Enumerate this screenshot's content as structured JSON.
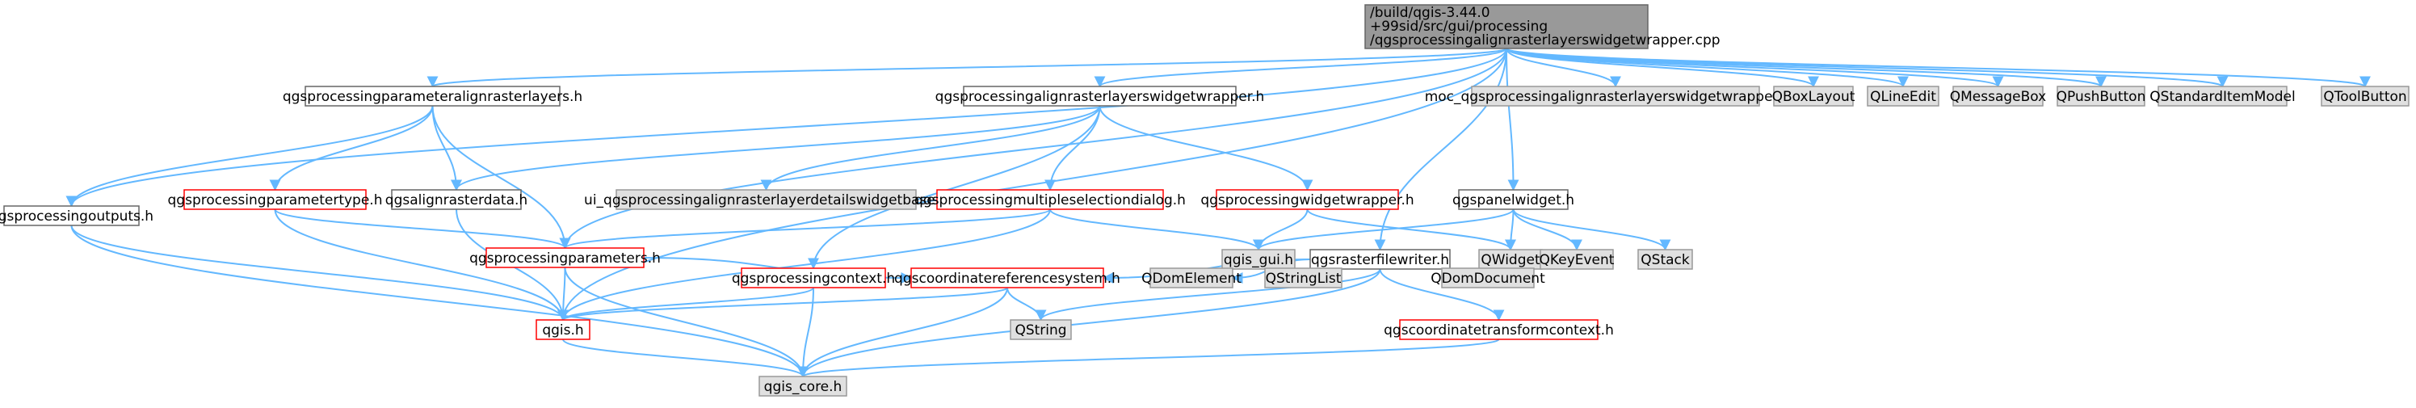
{
  "colors": {
    "edge": "#63b8ff",
    "root_fill": "#999999",
    "gray_fill": "#e0e0e0",
    "gray_border": "#999999",
    "white_fill": "#ffffff",
    "black_border": "#666666",
    "red_border": "#ff0000",
    "text": "#000000"
  },
  "nodes": [
    {
      "id": "root",
      "lines": [
        "/build/qgis-3.44.0",
        "+99sid/src/gui/processing",
        "/qgsprocessingalignrasterlayerswidgetwrapper.cpp"
      ],
      "style": "root"
    },
    {
      "id": "align_layers",
      "lines": [
        "qgsprocessingparameteralignrasterlayers.h"
      ],
      "style": "black"
    },
    {
      "id": "widget_wrapper_h",
      "lines": [
        "qgsprocessingalignrasterlayerswidgetwrapper.h"
      ],
      "style": "black"
    },
    {
      "id": "moc",
      "lines": [
        "moc_qgsprocessingalignrasterlayerswidgetwrapper.cpp"
      ],
      "style": "gray"
    },
    {
      "id": "qboxlayout",
      "lines": [
        "QBoxLayout"
      ],
      "style": "gray"
    },
    {
      "id": "qlineedit",
      "lines": [
        "QLineEdit"
      ],
      "style": "gray"
    },
    {
      "id": "qmessagebox",
      "lines": [
        "QMessageBox"
      ],
      "style": "gray"
    },
    {
      "id": "qpushbutton",
      "lines": [
        "QPushButton"
      ],
      "style": "gray"
    },
    {
      "id": "qstandarditemmodel",
      "lines": [
        "QStandardItemModel"
      ],
      "style": "gray"
    },
    {
      "id": "qtoolbutton",
      "lines": [
        "QToolButton"
      ],
      "style": "gray"
    },
    {
      "id": "paramtype",
      "lines": [
        "qgsprocessingparametertype.h"
      ],
      "style": "red"
    },
    {
      "id": "alignrasterdata",
      "lines": [
        "qgsalignrasterdata.h"
      ],
      "style": "black"
    },
    {
      "id": "ui_details",
      "lines": [
        "ui_qgsprocessingalignrasterlayerdetailswidgetbase.h"
      ],
      "style": "gray"
    },
    {
      "id": "multiselect",
      "lines": [
        "qgsprocessingmultipleselectiondialog.h"
      ],
      "style": "red"
    },
    {
      "id": "widgetwrapper",
      "lines": [
        "qgsprocessingwidgetwrapper.h"
      ],
      "style": "red"
    },
    {
      "id": "panelwidget",
      "lines": [
        "qgspanelwidget.h"
      ],
      "style": "black"
    },
    {
      "id": "outputs",
      "lines": [
        "qgsprocessingoutputs.h"
      ],
      "style": "black"
    },
    {
      "id": "parameters",
      "lines": [
        "qgsprocessingparameters.h"
      ],
      "style": "red"
    },
    {
      "id": "qgis_gui",
      "lines": [
        "qgis_gui.h"
      ],
      "style": "gray"
    },
    {
      "id": "rasterfilewriter",
      "lines": [
        "qgsrasterfilewriter.h"
      ],
      "style": "black"
    },
    {
      "id": "qwidget",
      "lines": [
        "QWidget"
      ],
      "style": "gray"
    },
    {
      "id": "qkeyevent",
      "lines": [
        "QKeyEvent"
      ],
      "style": "gray"
    },
    {
      "id": "qstack",
      "lines": [
        "QStack"
      ],
      "style": "gray"
    },
    {
      "id": "context",
      "lines": [
        "qgsprocessingcontext.h"
      ],
      "style": "red"
    },
    {
      "id": "crs",
      "lines": [
        "qgscoordinatereferencesystem.h"
      ],
      "style": "red"
    },
    {
      "id": "qdomelement",
      "lines": [
        "QDomElement"
      ],
      "style": "gray"
    },
    {
      "id": "qstringlist",
      "lines": [
        "QStringList"
      ],
      "style": "gray"
    },
    {
      "id": "qdomdocument",
      "lines": [
        "QDomDocument"
      ],
      "style": "gray"
    },
    {
      "id": "qgis_h",
      "lines": [
        "qgis.h"
      ],
      "style": "red"
    },
    {
      "id": "qstring",
      "lines": [
        "QString"
      ],
      "style": "gray"
    },
    {
      "id": "transformcontext",
      "lines": [
        "qgscoordinatetransformcontext.h"
      ],
      "style": "red"
    },
    {
      "id": "qgis_core",
      "lines": [
        "qgis_core.h"
      ],
      "style": "gray"
    }
  ],
  "edges": [
    [
      "root",
      "align_layers"
    ],
    [
      "root",
      "widget_wrapper_h"
    ],
    [
      "root",
      "moc"
    ],
    [
      "root",
      "qboxlayout"
    ],
    [
      "root",
      "qlineedit"
    ],
    [
      "root",
      "qmessagebox"
    ],
    [
      "root",
      "qpushbutton"
    ],
    [
      "root",
      "qstandarditemmodel"
    ],
    [
      "root",
      "qtoolbutton"
    ],
    [
      "root",
      "outputs"
    ],
    [
      "root",
      "parameters"
    ],
    [
      "root",
      "qgis_h"
    ],
    [
      "root",
      "panelwidget"
    ],
    [
      "root",
      "rasterfilewriter"
    ],
    [
      "align_layers",
      "paramtype"
    ],
    [
      "align_layers",
      "alignrasterdata"
    ],
    [
      "align_layers",
      "parameters"
    ],
    [
      "align_layers",
      "outputs"
    ],
    [
      "widget_wrapper_h",
      "alignrasterdata"
    ],
    [
      "widget_wrapper_h",
      "ui_details"
    ],
    [
      "widget_wrapper_h",
      "multiselect"
    ],
    [
      "widget_wrapper_h",
      "widgetwrapper"
    ],
    [
      "widget_wrapper_h",
      "context"
    ],
    [
      "paramtype",
      "parameters"
    ],
    [
      "paramtype",
      "qgis_h"
    ],
    [
      "alignrasterdata",
      "qgis_h"
    ],
    [
      "multiselect",
      "parameters"
    ],
    [
      "multiselect",
      "qgis_gui"
    ],
    [
      "multiselect",
      "qgis_h"
    ],
    [
      "widgetwrapper",
      "qgis_gui"
    ],
    [
      "widgetwrapper",
      "qwidget"
    ],
    [
      "panelwidget",
      "qgis_gui"
    ],
    [
      "panelwidget",
      "qwidget"
    ],
    [
      "panelwidget",
      "qkeyevent"
    ],
    [
      "panelwidget",
      "qstack"
    ],
    [
      "outputs",
      "qgis_h"
    ],
    [
      "outputs",
      "qgis_core"
    ],
    [
      "parameters",
      "crs"
    ],
    [
      "parameters",
      "qgis_h"
    ],
    [
      "parameters",
      "qgis_core"
    ],
    [
      "rasterfilewriter",
      "crs"
    ],
    [
      "rasterfilewriter",
      "qdomelement"
    ],
    [
      "rasterfilewriter",
      "qstringlist"
    ],
    [
      "rasterfilewriter",
      "qdomdocument"
    ],
    [
      "rasterfilewriter",
      "qstring"
    ],
    [
      "rasterfilewriter",
      "transformcontext"
    ],
    [
      "rasterfilewriter",
      "qgis_core"
    ],
    [
      "context",
      "qgis_h"
    ],
    [
      "context",
      "qgis_core"
    ],
    [
      "crs",
      "qgis_h"
    ],
    [
      "crs",
      "qstring"
    ],
    [
      "crs",
      "qgis_core"
    ],
    [
      "qgis_h",
      "qgis_core"
    ],
    [
      "transformcontext",
      "qgis_core"
    ]
  ]
}
